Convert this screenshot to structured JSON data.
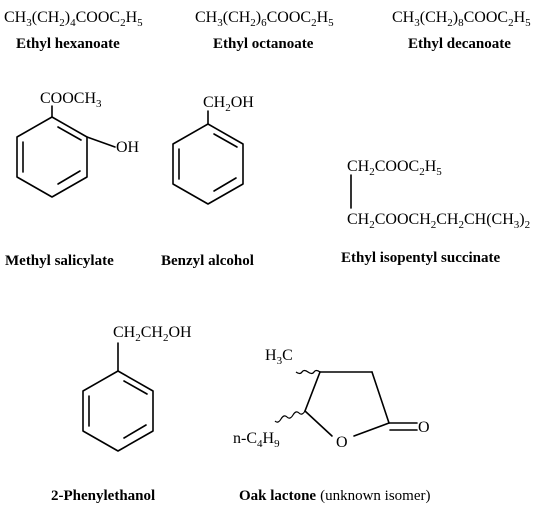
{
  "compounds": [
    {
      "id": "ethyl-hexanoate",
      "formula": [
        "CH",
        {
          "sub": "3"
        },
        "(CH",
        {
          "sub": "2"
        },
        ")",
        {
          "sub": "4"
        },
        "COOC",
        {
          "sub": "2"
        },
        "H",
        {
          "sub": "5"
        }
      ],
      "name": "Ethyl hexanoate"
    },
    {
      "id": "ethyl-octanoate",
      "formula": [
        "CH",
        {
          "sub": "3"
        },
        "(CH",
        {
          "sub": "2"
        },
        ")",
        {
          "sub": "6"
        },
        "COOC",
        {
          "sub": "2"
        },
        "H",
        {
          "sub": "5"
        }
      ],
      "name": "Ethyl octanoate"
    },
    {
      "id": "ethyl-decanoate",
      "formula": [
        "CH",
        {
          "sub": "3"
        },
        "(CH",
        {
          "sub": "2"
        },
        ")",
        {
          "sub": "8"
        },
        "COOC",
        {
          "sub": "2"
        },
        "H",
        {
          "sub": "5"
        }
      ],
      "name": "Ethyl decanoate"
    },
    {
      "id": "methyl-salicylate",
      "labels": {
        "top": [
          "COOCH",
          {
            "sub": "3"
          }
        ],
        "side": [
          "OH"
        ]
      },
      "name": "Methyl salicylate"
    },
    {
      "id": "benzyl-alcohol",
      "labels": {
        "top": [
          "CH",
          {
            "sub": "2"
          },
          "OH"
        ]
      },
      "name": "Benzyl alcohol"
    },
    {
      "id": "ethyl-isopentyl-succinate",
      "labels": {
        "top": [
          "CH",
          {
            "sub": "2"
          },
          "COOC",
          {
            "sub": "2"
          },
          "H",
          {
            "sub": "5"
          }
        ],
        "bottom": [
          "CH",
          {
            "sub": "2"
          },
          "COOCH",
          {
            "sub": "2"
          },
          "CH",
          {
            "sub": "2"
          },
          "CH(CH",
          {
            "sub": "3"
          },
          ")",
          {
            "sub": "2"
          }
        ]
      },
      "name": "Ethyl isopentyl succinate"
    },
    {
      "id": "2-phenylethanol",
      "labels": {
        "top": [
          "CH",
          {
            "sub": "2"
          },
          "CH",
          {
            "sub": "2"
          },
          "OH"
        ]
      },
      "name": "2-Phenylethanol"
    },
    {
      "id": "oak-lactone",
      "labels": {
        "methyl": [
          "H",
          {
            "sub": "3"
          },
          "C"
        ],
        "butyl": [
          "n-C",
          {
            "sub": "4"
          },
          "H",
          {
            "sub": "9"
          }
        ],
        "ring_o": [
          "O"
        ],
        "carbonyl_o": [
          "O"
        ]
      },
      "name": "Oak lactone",
      "name_note": "(unknown isomer)"
    }
  ]
}
